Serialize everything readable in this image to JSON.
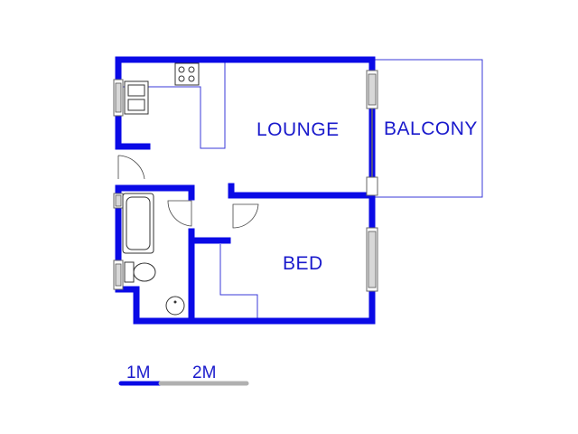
{
  "rooms": {
    "lounge": "LOUNGE",
    "balcony": "BALCONY",
    "bed": "BED"
  },
  "scale": {
    "label_1": "1M",
    "label_2": "2M"
  },
  "colors": {
    "wall": "#0a0ae6",
    "label": "#1a1acc",
    "scale_grey": "#b0b0b0"
  }
}
